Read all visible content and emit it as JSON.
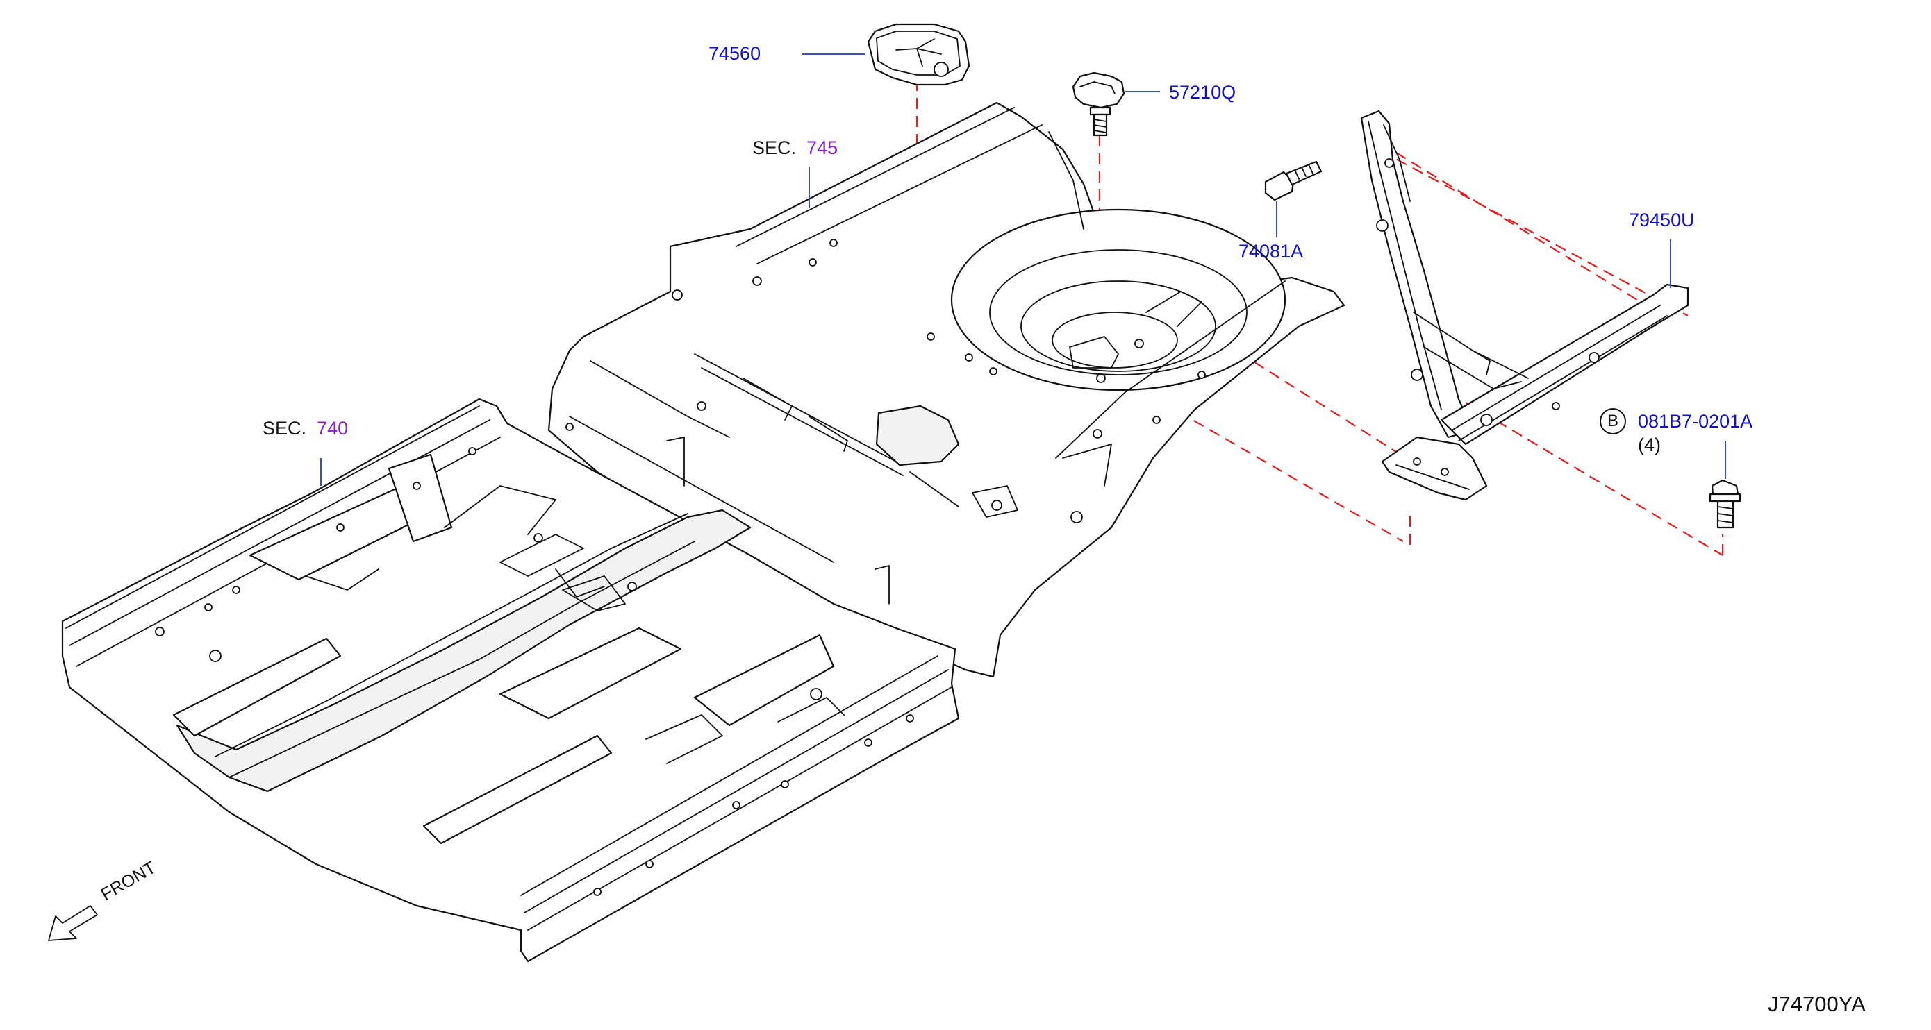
{
  "diagram": {
    "diagram_code": "J74700YA",
    "front_label": "FRONT",
    "section_refs": [
      {
        "prefix": "SEC.",
        "number": "745"
      },
      {
        "prefix": "SEC.",
        "number": "740"
      }
    ],
    "parts": {
      "spare_tire_cover": "74560",
      "spare_tire_clamp_bolt": "57210Q",
      "bolt_74081a": "74081A",
      "cross_member": "79450U",
      "bolt_081b7": {
        "marker": "B",
        "number": "081B7-0201A",
        "quantity": "(4)"
      }
    },
    "colors": {
      "part_number": "#1010c8",
      "section_number": "#8a1fd0",
      "dashed_leader": "#e01e1e",
      "line_art": "#111111"
    }
  }
}
